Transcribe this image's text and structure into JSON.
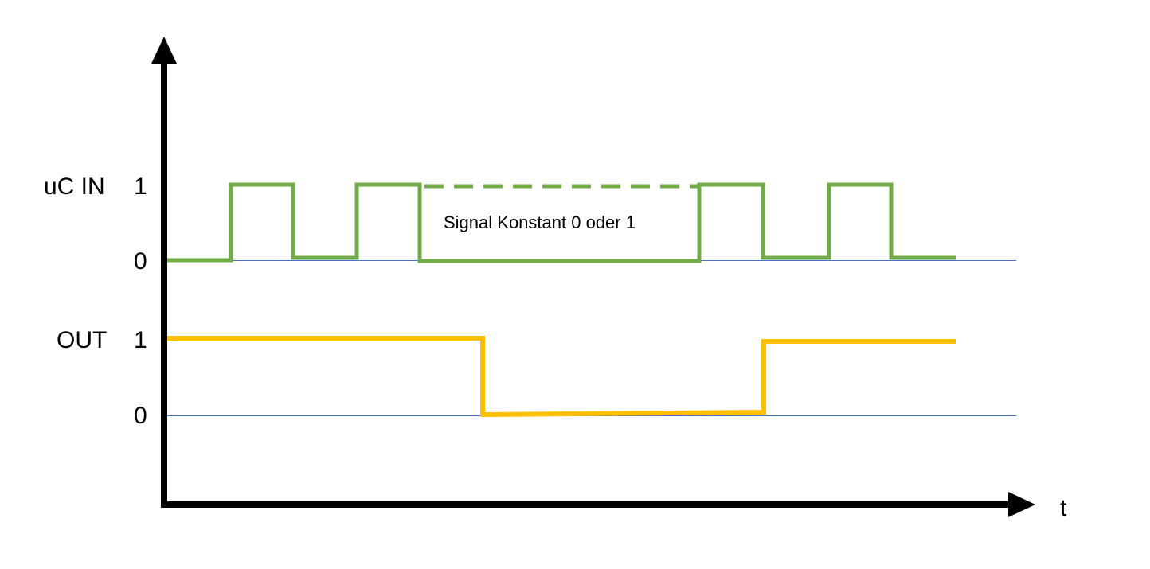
{
  "signals": [
    {
      "name": "uC IN",
      "high_label": "1",
      "low_label": "0",
      "color": "#70ad47"
    },
    {
      "name": "OUT",
      "high_label": "1",
      "low_label": "0",
      "color": "#ffc000"
    }
  ],
  "time_axis_label": "t",
  "annotation": "Signal Konstant 0 oder 1",
  "colors": {
    "axis": "#000000",
    "baseline": "#4472c4",
    "uc_in": "#70ad47",
    "out": "#ffc000"
  }
}
